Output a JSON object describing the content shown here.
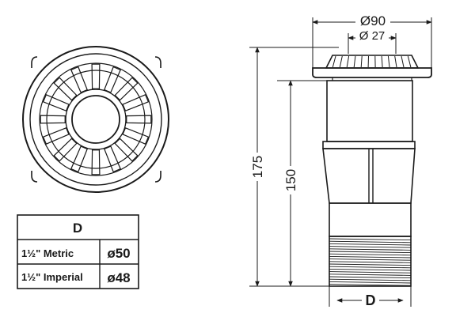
{
  "dimensions": {
    "outer_diameter": "Ø90",
    "inner_diameter": "Ø 27",
    "total_height": "175",
    "body_height": "150",
    "thread": "D"
  },
  "table": {
    "header": "D",
    "rows": [
      {
        "size": "1½\" Metric",
        "value": "ø50"
      },
      {
        "size": "1½\" Imperial",
        "value": "ø48"
      }
    ]
  },
  "colors": {
    "line": "#1a1a1a",
    "background": "#ffffff"
  }
}
